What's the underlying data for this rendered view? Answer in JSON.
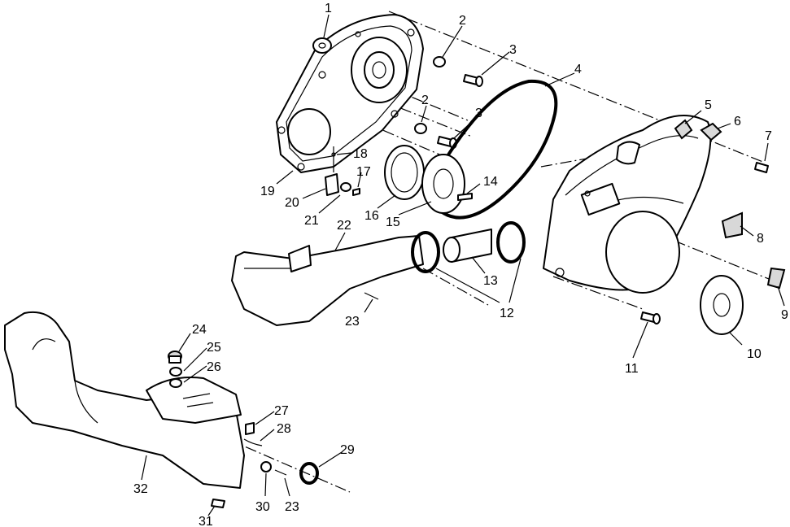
{
  "labels": [
    "1",
    "2",
    "3",
    "4",
    "2",
    "3",
    "5",
    "6",
    "7",
    "18",
    "17",
    "19",
    "20",
    "21",
    "16",
    "15",
    "14",
    "22",
    "8",
    "9",
    "13",
    "12",
    "23",
    "10",
    "11",
    "24",
    "25",
    "26",
    "27",
    "28",
    "29",
    "32",
    "30",
    "23",
    "31"
  ]
}
